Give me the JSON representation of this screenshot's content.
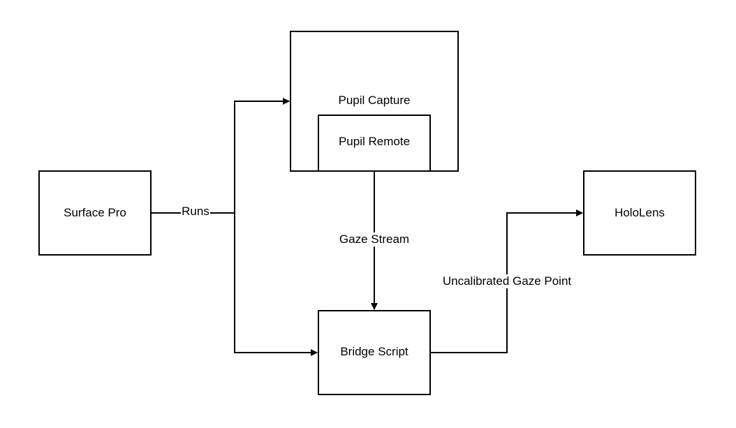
{
  "nodes": {
    "surface_pro": {
      "label": "Surface Pro"
    },
    "pupil_capture": {
      "label": "Pupil Capture"
    },
    "pupil_remote": {
      "label": "Pupil Remote"
    },
    "bridge_script": {
      "label": "Bridge Script"
    },
    "hololens": {
      "label": "HoloLens"
    }
  },
  "edges": {
    "runs": {
      "label": "Runs"
    },
    "gaze_stream": {
      "label": "Gaze Stream"
    },
    "uncalibrated_gaze_point": {
      "label": "Uncalibrated Gaze Point"
    }
  },
  "colors": {
    "stroke": "#000000",
    "background": "#ffffff"
  }
}
